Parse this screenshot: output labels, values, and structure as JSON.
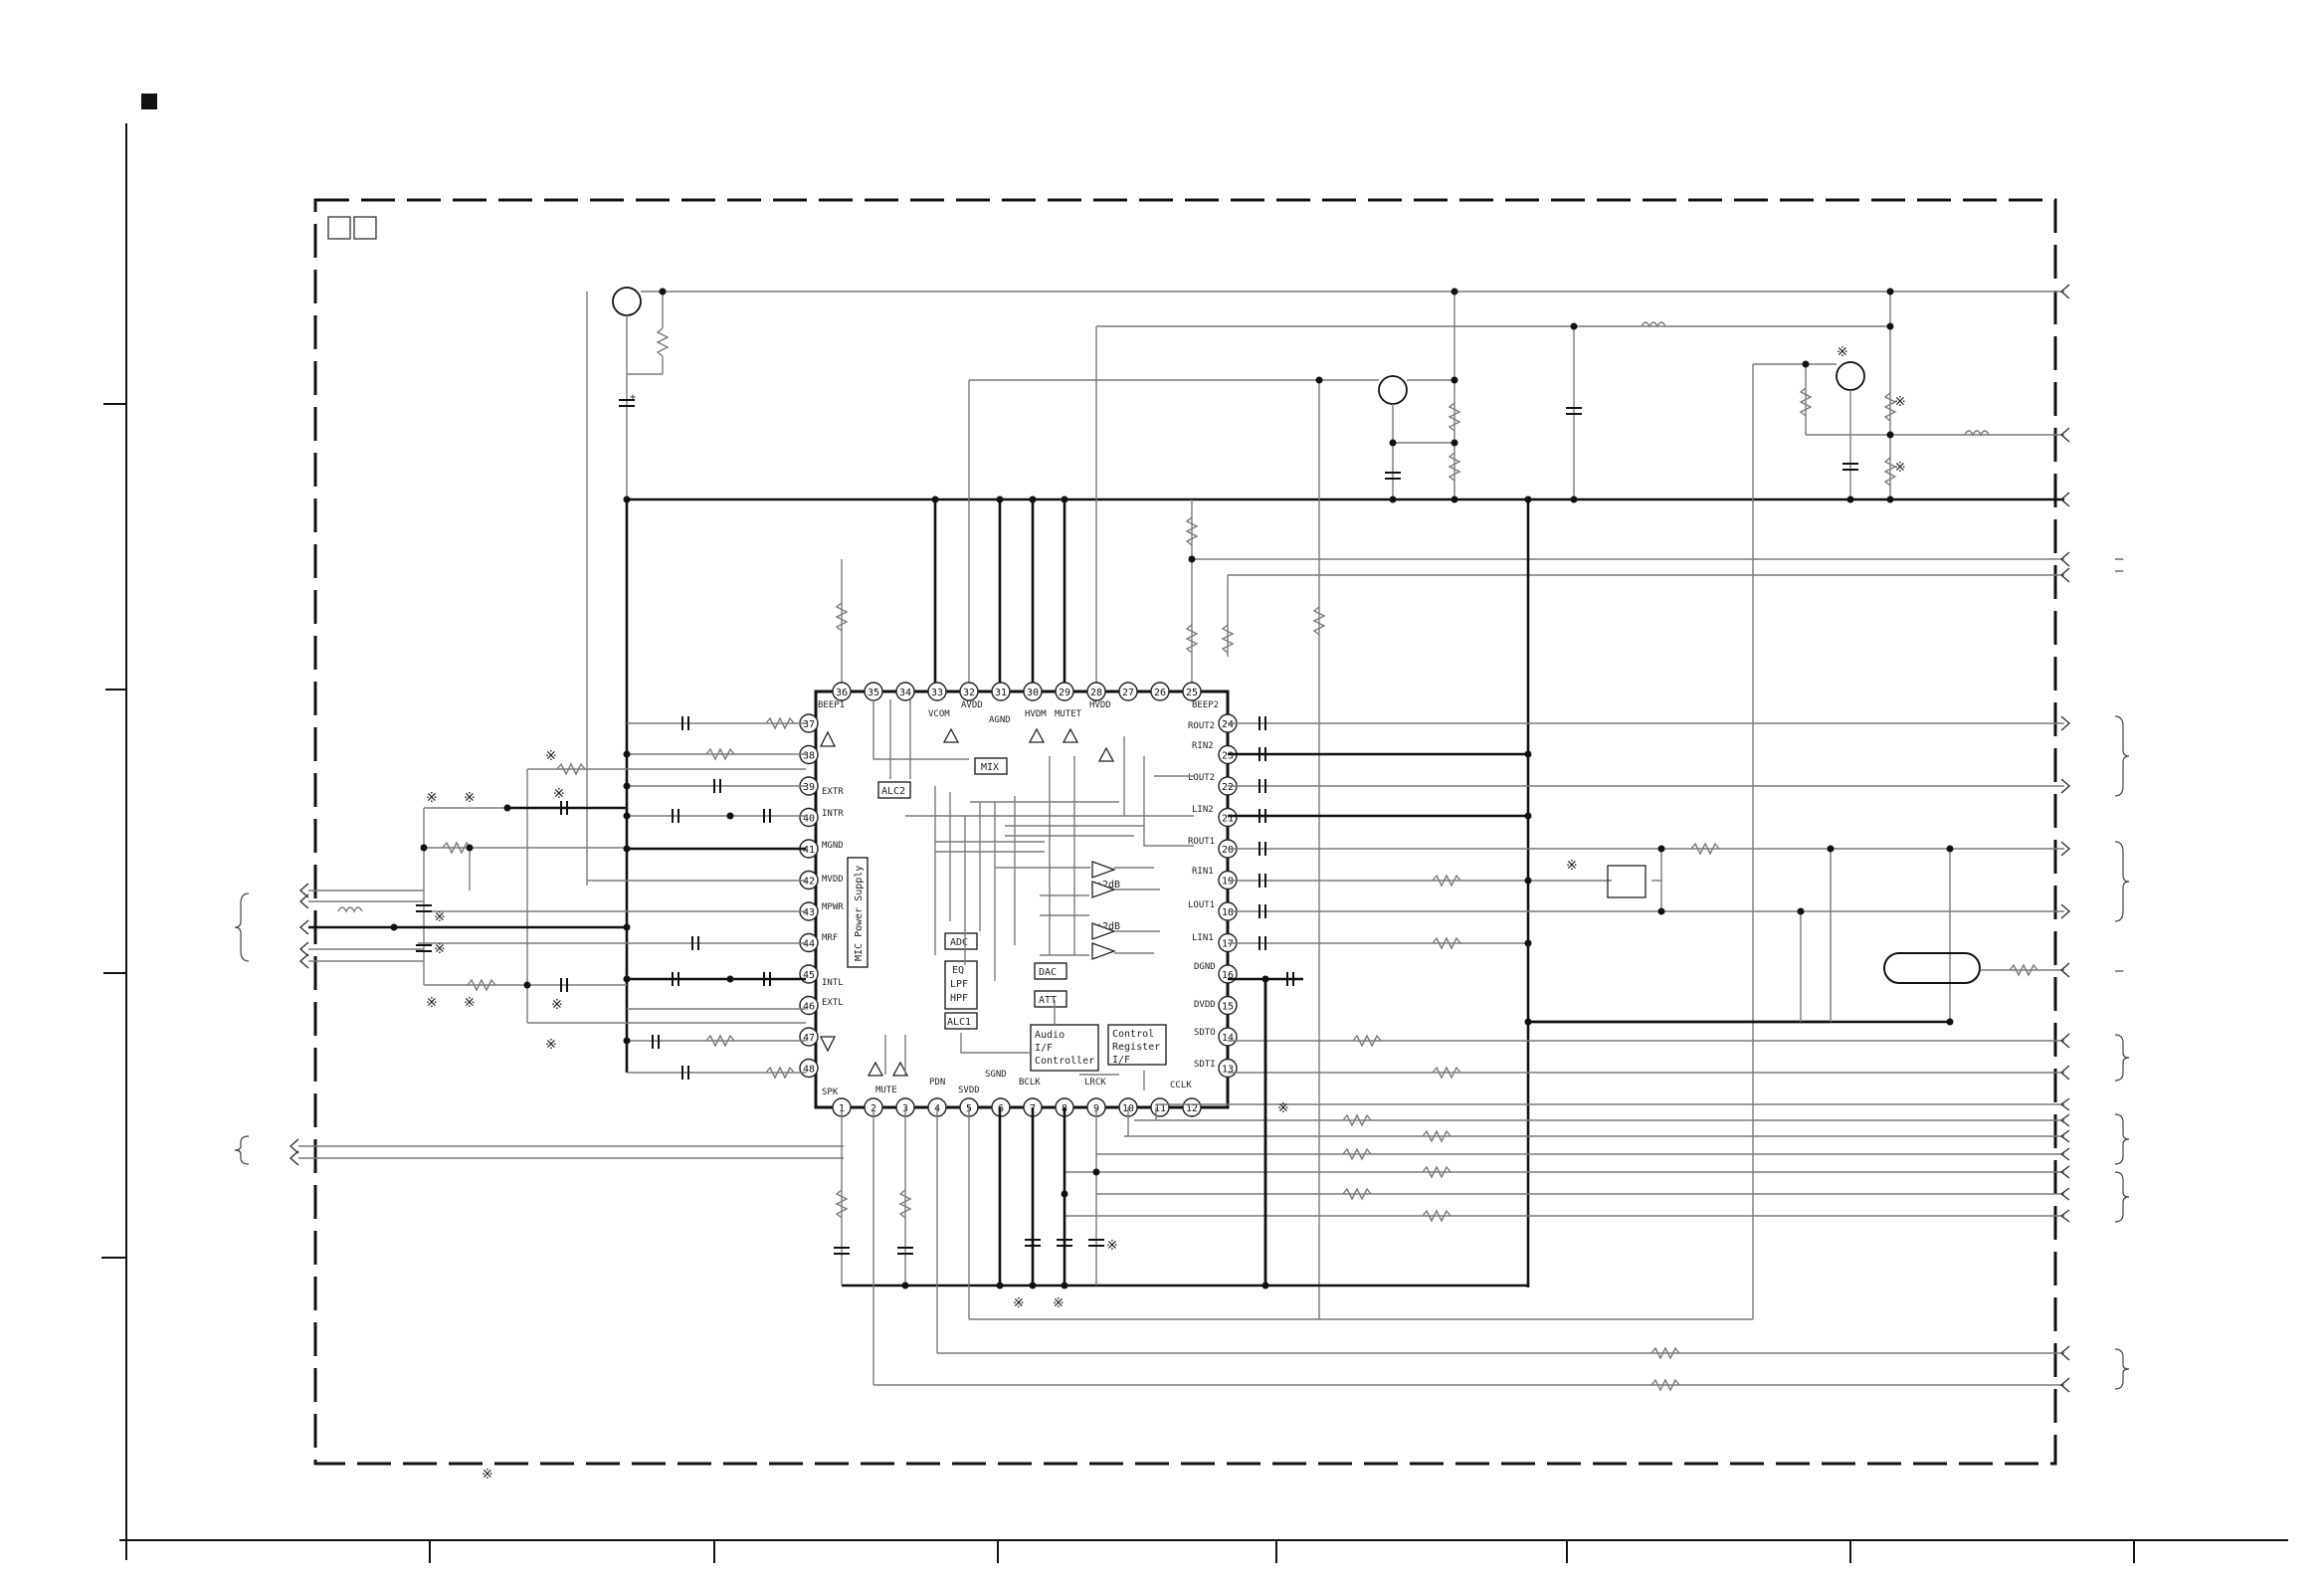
{
  "ic": {
    "pins_top": [
      "36",
      "35",
      "34",
      "33",
      "32",
      "31",
      "30",
      "29",
      "28",
      "27",
      "26",
      "25"
    ],
    "pins_left": [
      "37",
      "38",
      "39",
      "40",
      "41",
      "42",
      "43",
      "44",
      "45",
      "46",
      "47",
      "48"
    ],
    "pins_bottom": [
      "1",
      "2",
      "3",
      "4",
      "5",
      "6",
      "7",
      "8",
      "9",
      "10",
      "11",
      "12"
    ],
    "pins_right": [
      "24",
      "23",
      "22",
      "21",
      "20",
      "19",
      "18",
      "17",
      "16",
      "15",
      "14",
      "13"
    ],
    "top_labels": [
      "BEEP1",
      "VCOM",
      "AVDD",
      "AGND",
      "HVDM",
      "MUTET",
      "HVDD",
      "BEEP2"
    ],
    "left_labels": [
      "EXTR",
      "INTR",
      "MGND",
      "MVDD",
      "MPWR",
      "MRF",
      "INTL",
      "EXTL"
    ],
    "bottom_labels": [
      "SPK",
      "MUTE",
      "PDN",
      "SVDD",
      "SGND",
      "BCLK",
      "LRCK",
      "CCLK"
    ],
    "right_labels": [
      "ROUT2",
      "RIN2",
      "LOUT2",
      "LIN2",
      "ROUT1",
      "RIN1",
      "LOUT1",
      "LIN1",
      "DGND",
      "DVDD",
      "SDTO",
      "SDTI"
    ],
    "blocks": {
      "mix": "MIX",
      "alc2": "ALC2",
      "adc": "ADC",
      "eq": [
        "EQ",
        "LPF",
        "HPF"
      ],
      "alc1": "ALC1",
      "dac": "DAC",
      "att": "ATT",
      "audio_if": [
        "Audio",
        "I/F",
        "Controller"
      ],
      "control_if": [
        "Control",
        "Register",
        "I/F"
      ],
      "mic_supply": "MIC Power Supply",
      "gain_a": "+2dB",
      "gain_b": "+2dB"
    }
  },
  "marks": {
    "square": "■",
    "note": "※",
    "dash": "–"
  },
  "axis": {
    "ticks_left": 4,
    "ticks_bottom": 8
  }
}
